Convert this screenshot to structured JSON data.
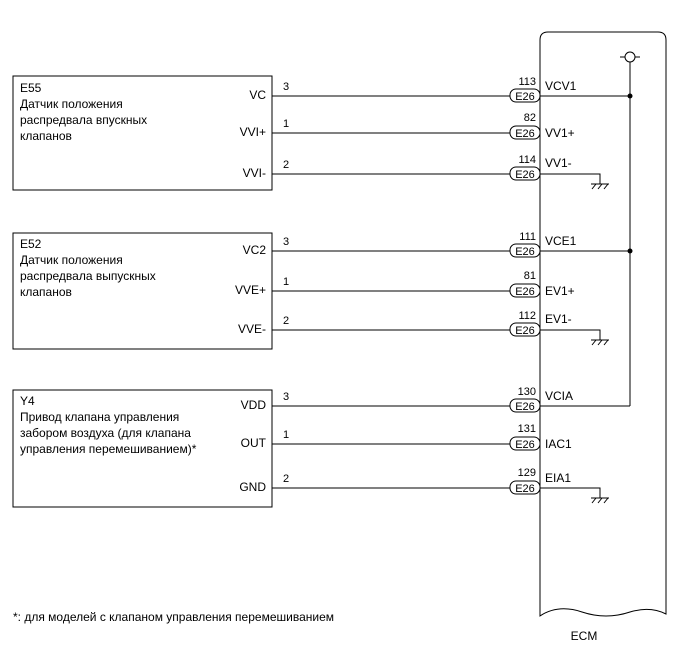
{
  "components": [
    {
      "id": "E55",
      "desc": [
        "Датчик положения",
        "распредвала впускных",
        "клапанов"
      ],
      "pins": [
        {
          "label": "VC",
          "num": "3",
          "ecm_num": "113",
          "ecm_signal": "VCV1",
          "connector": "E26",
          "ground": false
        },
        {
          "label": "VVI+",
          "num": "1",
          "ecm_num": "82",
          "ecm_signal": "VV1+",
          "connector": "E26",
          "ground": false
        },
        {
          "label": "VVI-",
          "num": "2",
          "ecm_num": "114",
          "ecm_signal": "VV1-",
          "connector": "E26",
          "ground": true
        }
      ]
    },
    {
      "id": "E52",
      "desc": [
        "Датчик положения",
        "распредвала выпускных",
        "клапанов"
      ],
      "pins": [
        {
          "label": "VC2",
          "num": "3",
          "ecm_num": "111",
          "ecm_signal": "VCE1",
          "connector": "E26",
          "ground": false
        },
        {
          "label": "VVE+",
          "num": "1",
          "ecm_num": "81",
          "ecm_signal": "EV1+",
          "connector": "E26",
          "ground": false
        },
        {
          "label": "VVE-",
          "num": "2",
          "ecm_num": "112",
          "ecm_signal": "EV1-",
          "connector": "E26",
          "ground": true
        }
      ]
    },
    {
      "id": "Y4",
      "desc": [
        "Привод клапана управления",
        "забором воздуха (для клапана",
        "управления перемешиванием)*"
      ],
      "pins": [
        {
          "label": "VDD",
          "num": "3",
          "ecm_num": "130",
          "ecm_signal": "VCIA",
          "connector": "E26",
          "ground": false
        },
        {
          "label": "OUT",
          "num": "1",
          "ecm_num": "131",
          "ecm_signal": "IAC1",
          "connector": "E26",
          "ground": false
        },
        {
          "label": "GND",
          "num": "2",
          "ecm_num": "129",
          "ecm_signal": "EIA1",
          "connector": "E26",
          "ground": true
        }
      ]
    }
  ],
  "ecm": {
    "label": "ECM"
  },
  "footnote": "*: для моделей с клапаном управления перемешиванием"
}
